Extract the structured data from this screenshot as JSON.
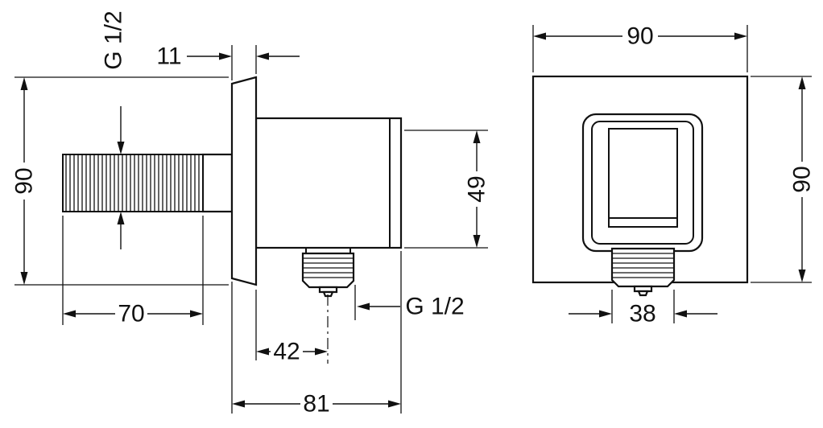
{
  "drawing": {
    "background": "#ffffff",
    "line_color": "#111111",
    "views": {
      "side": {
        "title": "side-view",
        "dims": {
          "inlet_thread": "G 1/2",
          "plate_depth": "11",
          "plate_height": "90",
          "holder_height": "49",
          "inlet_length": "70",
          "outlet_offset": "42",
          "outlet_thread": "G 1/2",
          "total_depth": "81"
        }
      },
      "front": {
        "title": "front-view",
        "dims": {
          "plate_width": "90",
          "plate_height": "90",
          "outlet_width": "38"
        }
      }
    }
  }
}
